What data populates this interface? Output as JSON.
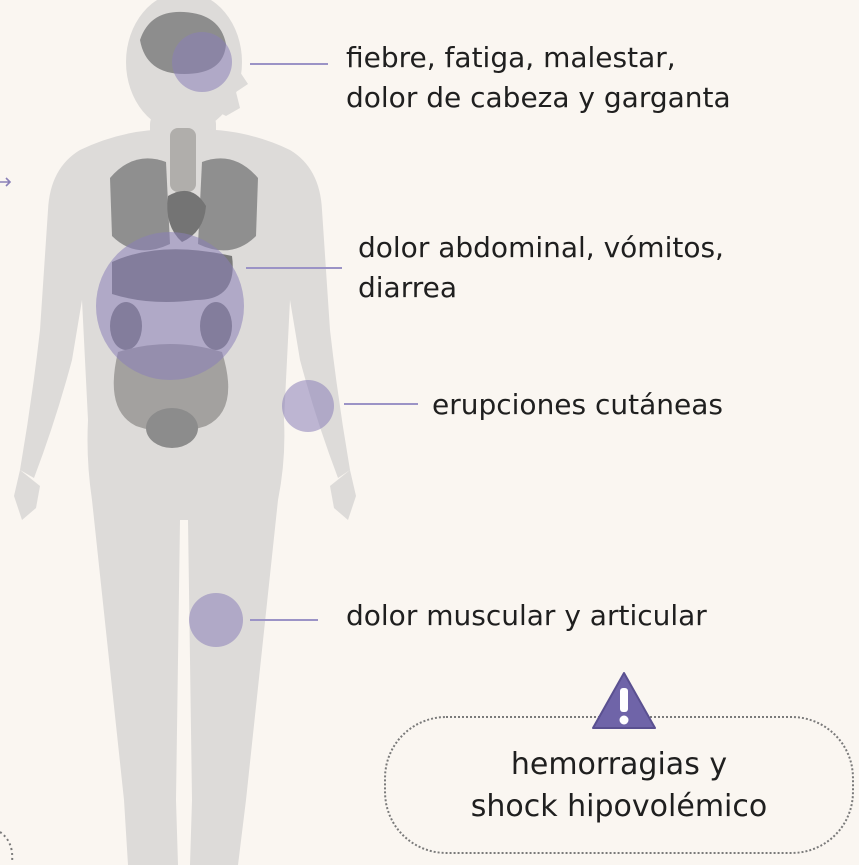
{
  "symptoms": {
    "head": {
      "line1": "fiebre, fatiga, malestar,",
      "line2": "dolor de cabeza y garganta"
    },
    "abdomen": {
      "line1": "dolor abdominal, vómitos,",
      "line2": "diarrea"
    },
    "skin": {
      "line1": "erupciones cutáneas"
    },
    "muscle": {
      "line1": "dolor muscular y articular"
    }
  },
  "warning": {
    "line1": "hemorragias y",
    "line2": "shock hipovolémico",
    "icon": "warning-triangle-icon"
  },
  "colors": {
    "background": "#faf6f1",
    "body_silhouette": "#dddbd9",
    "organs": "#8d8d8d",
    "highlight": "#8a80b8",
    "leader_line": "#9b93c6",
    "warning_icon": "#6f64a8"
  }
}
